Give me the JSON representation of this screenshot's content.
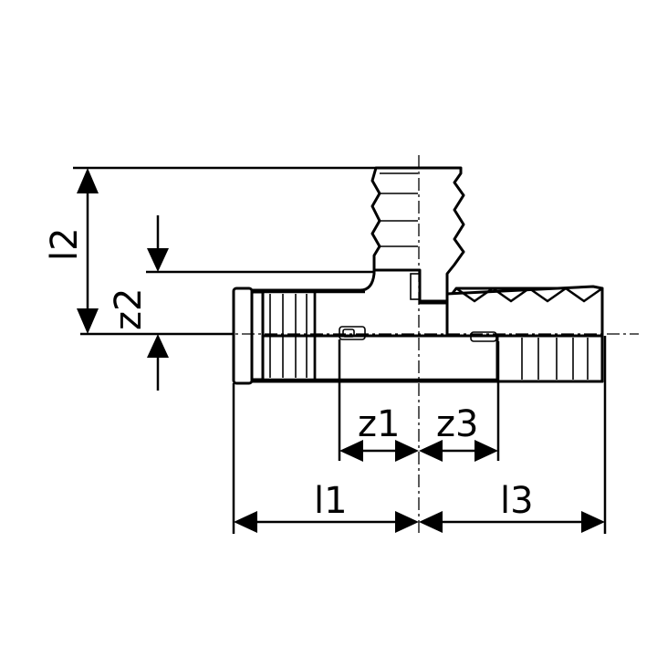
{
  "diagram": {
    "dimension_labels": {
      "l1": "l1",
      "l2": "l2",
      "l3": "l3",
      "z1": "z1",
      "z2": "z2",
      "z3": "z3"
    },
    "colors": {
      "line": "#000000",
      "background": "#ffffff"
    }
  }
}
